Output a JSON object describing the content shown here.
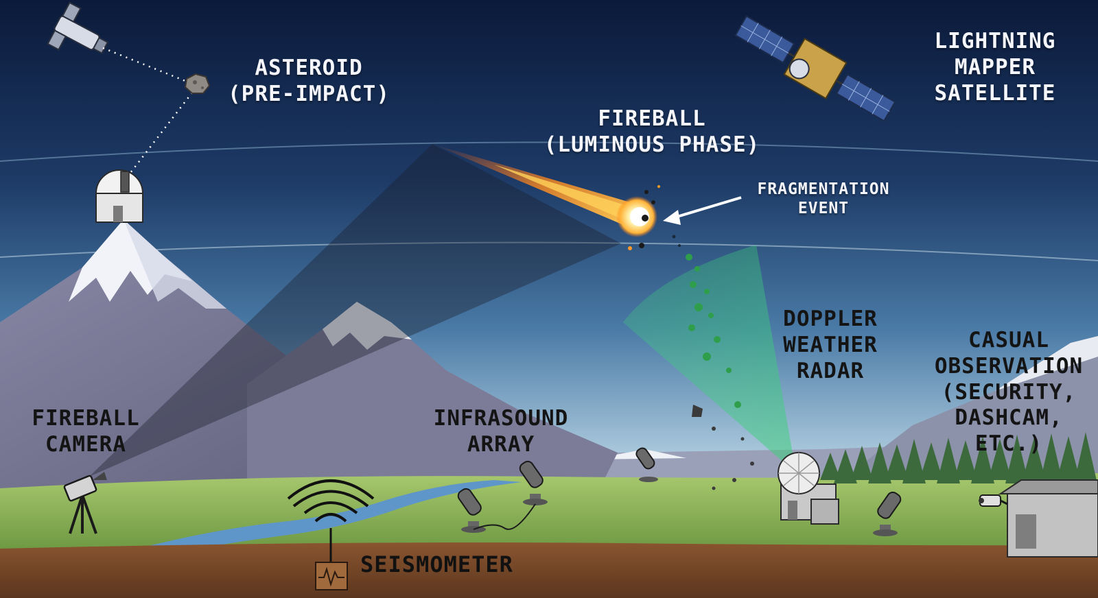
{
  "labels": {
    "asteroid": "ASTEROID\n(PRE-IMPACT)",
    "fireball": "FIREBALL\n(LUMINOUS PHASE)",
    "fragmentation": "FRAGMENTATION\nEVENT",
    "lightning": "LIGHTNING\nMAPPER\nSATELLITE",
    "fireball_camera": "FIREBALL\nCAMERA",
    "infrasound": "INFRASOUND\nARRAY",
    "doppler": "DOPPLER\nWEATHER\nRADAR",
    "casual": "CASUAL\nOBSERVATION\n(SECURITY,\nDASHCAM,\nETC.)",
    "seismometer": "SEISMOMETER"
  },
  "icons": {
    "space_telescope": "space-telescope-icon",
    "asteroid": "asteroid-icon",
    "satellite": "satellite-icon",
    "observatory": "observatory-dome-icon",
    "fireball": "fireball-icon",
    "camera": "camera-tripod-icon",
    "microphone": "infrasound-microphone-icon",
    "radar": "radar-dome-icon",
    "security_camera": "security-camera-icon",
    "seismometer": "seismometer-icon"
  },
  "colors": {
    "sky_top": "#0b1a3a",
    "sky_mid": "#2f5a8a",
    "sky_horizon": "#bcd7e6",
    "grass": "#8fb85a",
    "soil": "#6e4327",
    "radar_beam": "#3ccf7a",
    "fireball_core": "#fff3b0",
    "fireball_tail": "#ff8a1e",
    "river": "#5f96c9",
    "label_light": "#f4f6fb",
    "label_dark": "#141414"
  }
}
